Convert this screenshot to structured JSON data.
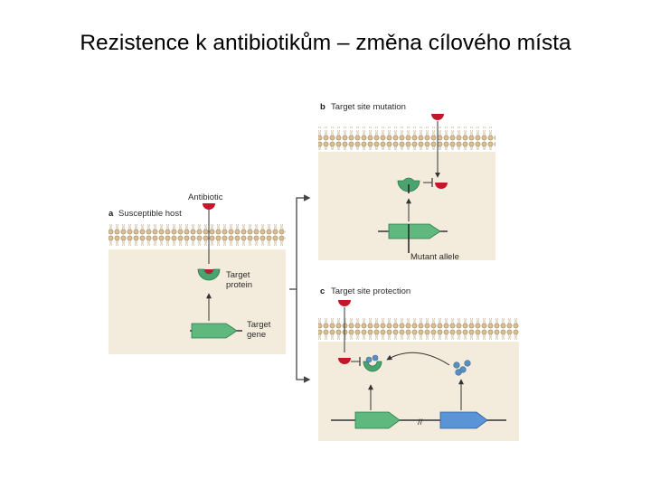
{
  "slide": {
    "title": "Rezistence k antibiotikům – změna cílového místa"
  },
  "panel_a": {
    "letter": "a",
    "title": "Susceptible host",
    "antibiotic_label": "Antibiotic",
    "protein_label_line1": "Target",
    "protein_label_line2": "protein",
    "gene_label_line1": "Target",
    "gene_label_line2": "gene"
  },
  "panel_b": {
    "letter": "b",
    "title": "Target site mutation",
    "allele_label": "Mutant allele"
  },
  "panel_c": {
    "letter": "c",
    "title": "Target site protection",
    "break_mark": "//"
  },
  "colors": {
    "membrane_head": "#d9c197",
    "membrane_stroke": "#9c8257",
    "cytoplasm": "#f3ecdd",
    "protein_green": "#4ba36f",
    "gene_green": "#5fb87e",
    "gene_blue": "#5a94d6",
    "antibiotic_red": "#c4182a",
    "protection_blue": "#5b8fc0"
  },
  "icons": {
    "antibiotic": "antibiotic-icon",
    "target_protein": "target-protein-icon",
    "gene_arrow": "gene-arrow-icon",
    "protection_protein": "protection-protein-icon",
    "bracket": "bracket-icon"
  }
}
